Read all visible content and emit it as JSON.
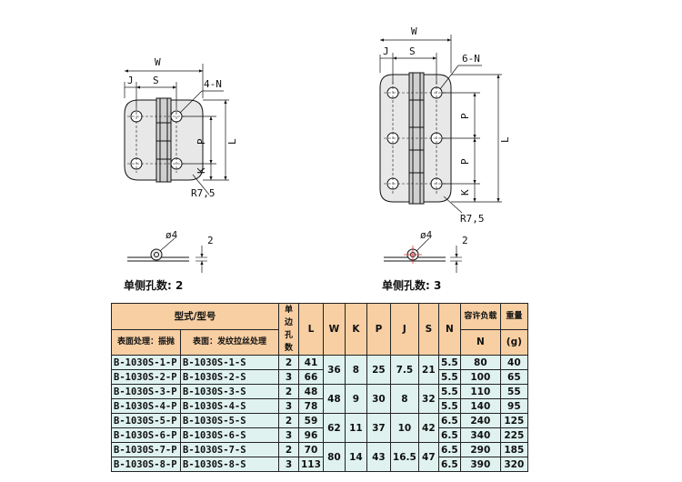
{
  "drawing_left": {
    "label_w": "W",
    "label_j": "J",
    "label_s": "S",
    "label_holes": "4-N",
    "label_p": "P",
    "label_k": "K",
    "label_l": "L",
    "label_radius": "R7,5",
    "label_dia": "ø4",
    "label_thick": "2",
    "caption": "单侧孔数: 2"
  },
  "drawing_right": {
    "label_w": "W",
    "label_j": "J",
    "label_s": "S",
    "label_holes": "6-N",
    "label_p1": "P",
    "label_p2": "P",
    "label_k": "K",
    "label_l": "L",
    "label_radius": "R7,5",
    "label_dia": "ø4",
    "label_thick": "2",
    "caption": "单侧孔数: 3"
  },
  "table": {
    "header_model": "型式/型号",
    "header_finish1": "表面处理：振抛",
    "header_finish2": "表面：发纹拉丝处理",
    "header_holes": "单边孔数",
    "header_l": "L",
    "header_w": "W",
    "header_k": "K",
    "header_p": "P",
    "header_j": "J",
    "header_s": "S",
    "header_n": "N",
    "header_load": "容许负载",
    "header_load_unit": "N",
    "header_weight": "重量",
    "header_weight_unit": "(g)",
    "rows": [
      {
        "m1": "B-1030S-1-P",
        "m2": "B-1030S-1-S",
        "holes": "2",
        "l": "41",
        "n": "5.5",
        "load": "80",
        "weight": "40"
      },
      {
        "m1": "B-1030S-2-P",
        "m2": "B-1030S-2-S",
        "holes": "3",
        "l": "66",
        "n": "5.5",
        "load": "100",
        "weight": "65"
      },
      {
        "m1": "B-1030S-3-P",
        "m2": "B-1030S-3-S",
        "holes": "2",
        "l": "48",
        "n": "5.5",
        "load": "110",
        "weight": "55"
      },
      {
        "m1": "B-1030S-4-P",
        "m2": "B-1030S-4-S",
        "holes": "3",
        "l": "78",
        "n": "5.5",
        "load": "140",
        "weight": "95"
      },
      {
        "m1": "B-1030S-5-P",
        "m2": "B-1030S-5-S",
        "holes": "2",
        "l": "59",
        "n": "6.5",
        "load": "240",
        "weight": "125"
      },
      {
        "m1": "B-1030S-6-P",
        "m2": "B-1030S-6-S",
        "holes": "3",
        "l": "96",
        "n": "6.5",
        "load": "340",
        "weight": "225"
      },
      {
        "m1": "B-1030S-7-P",
        "m2": "B-1030S-7-S",
        "holes": "2",
        "l": "70",
        "n": "6.5",
        "load": "290",
        "weight": "185"
      },
      {
        "m1": "B-1030S-8-P",
        "m2": "B-1030S-8-S",
        "holes": "3",
        "l": "113",
        "n": "6.5",
        "load": "390",
        "weight": "320"
      }
    ],
    "groups": [
      {
        "w": "36",
        "k": "8",
        "p": "25",
        "j": "7.5",
        "s": "21"
      },
      {
        "w": "48",
        "k": "9",
        "p": "30",
        "j": "8",
        "s": "32"
      },
      {
        "w": "62",
        "k": "11",
        "p": "37",
        "j": "10",
        "s": "42"
      },
      {
        "w": "80",
        "k": "14",
        "p": "43",
        "j": "16.5",
        "s": "47"
      }
    ]
  }
}
